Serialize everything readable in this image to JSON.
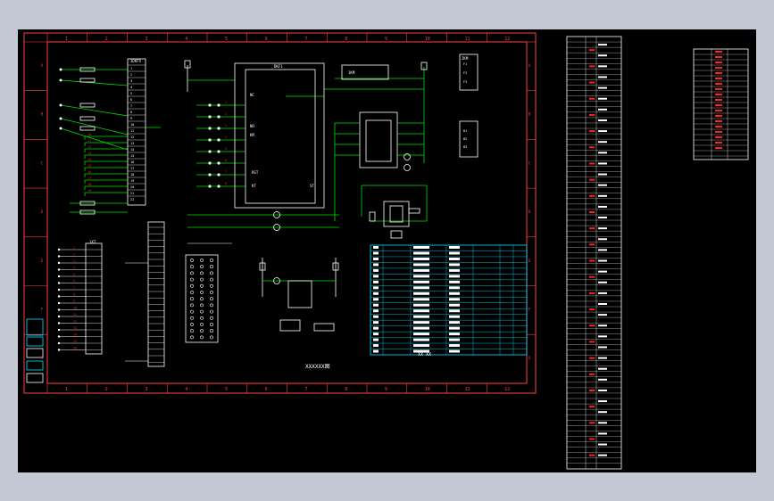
{
  "drawing": {
    "title": "XXXXXX图",
    "column_numbers": [
      "1",
      "2",
      "3",
      "4",
      "5",
      "6",
      "7",
      "8",
      "9",
      "10",
      "11",
      "12"
    ],
    "row_letters": [
      "A",
      "B",
      "C",
      "D",
      "E",
      "F",
      "G"
    ],
    "frame_color": "#ff4040",
    "wire_color": "#00e000",
    "component_color": "#ffffff",
    "table_color": "#00e5ff",
    "label_color": "#ff2020"
  },
  "blocks": {
    "top_terminal": "1DKFX",
    "controller": "DKF1",
    "relay_box": "1KM",
    "io_box": "2KM",
    "bottom_terminal": "1XT"
  },
  "controller_labels": [
    "NC",
    "NO",
    "KM",
    "RST",
    "KT",
    "ST"
  ],
  "legend": {
    "title": "XX  XX"
  }
}
